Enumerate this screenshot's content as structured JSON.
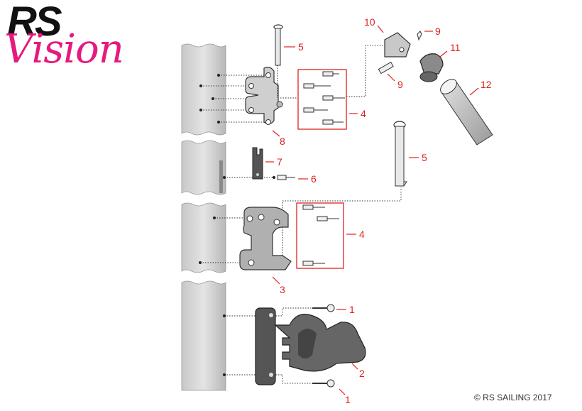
{
  "logo": {
    "line1": "RS",
    "line2": "Vision",
    "colors": {
      "rs": "#111111",
      "vision": "#e6197e"
    }
  },
  "copyright": "© RS SAILING 2017",
  "callouts": {
    "c1a": "1",
    "c1b": "1",
    "c2": "2",
    "c3": "3",
    "c4a": "4",
    "c4b": "4",
    "c5a": "5",
    "c5b": "5",
    "c6": "6",
    "c7": "7",
    "c8": "8",
    "c9a": "9",
    "c9b": "9",
    "c10": "10",
    "c11": "11",
    "c12": "12"
  },
  "colors": {
    "callout": "#e02020",
    "mast": "#d4d4d4",
    "part": "#555555",
    "box": "#e02020"
  }
}
